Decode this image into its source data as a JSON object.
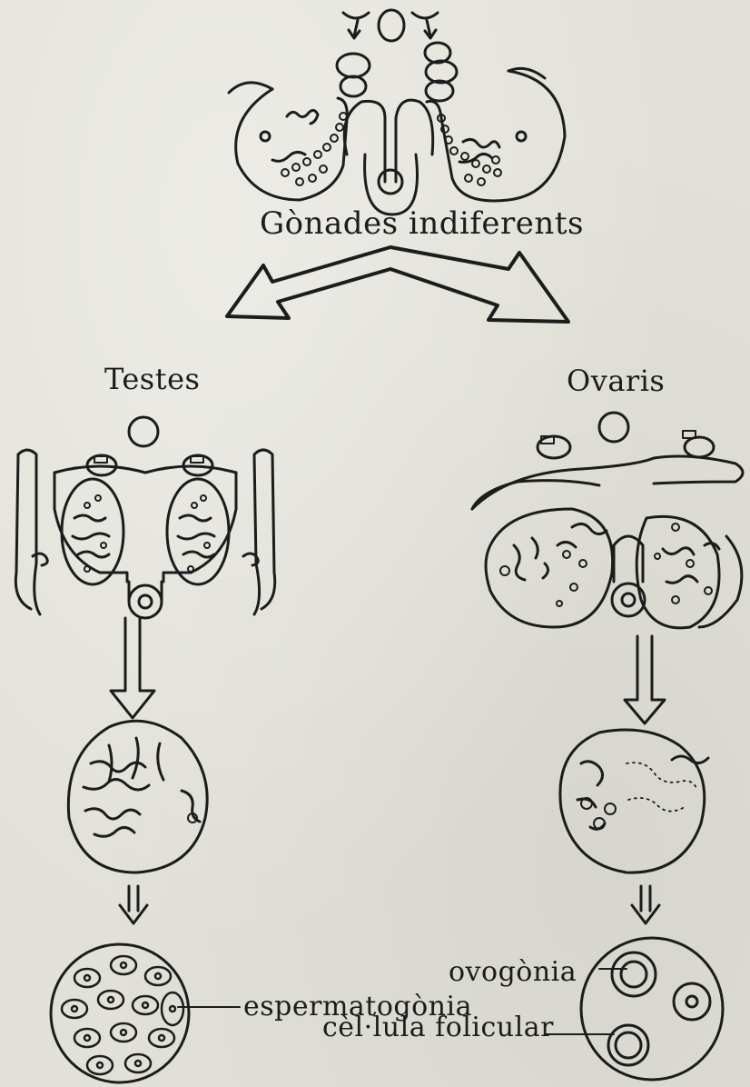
{
  "diagram": {
    "title": "Gònades indiferents",
    "left_branch": "Testes",
    "right_branch": "Ovaris",
    "labels": {
      "spermatogonia": "espermatogònia",
      "oogonia": "ovogònia",
      "follicular_cell": "cèl·lula folicular"
    }
  },
  "colors": {
    "ink": "#1c1c1c",
    "paper": "#e2e1d9"
  }
}
